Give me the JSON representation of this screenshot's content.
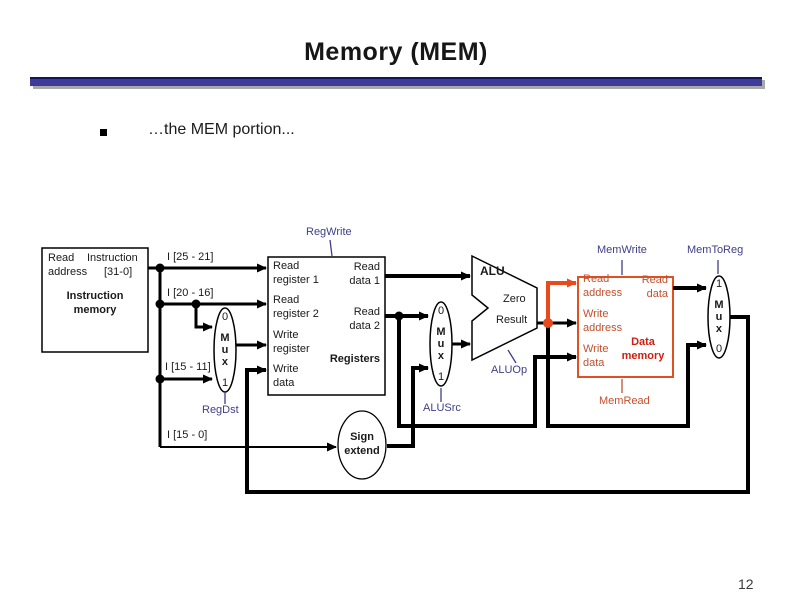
{
  "slide": {
    "title": "Memory (MEM)",
    "bullet": "…the MEM portion...",
    "page_number": "12"
  },
  "colors": {
    "accent_bar_blue": "#3d3d99",
    "control_label_violet": "#3f3f87",
    "highlight_wire_orange": "#e8491d",
    "memory_text_orange": "#c3502f",
    "memory_title_red": "#cc1f0f",
    "wire_black": "#000000"
  },
  "diagram": {
    "controls": {
      "reg_write": "RegWrite",
      "reg_dst": "RegDst",
      "alu_src": "ALUSrc",
      "alu_op": "ALUOp",
      "mem_write": "MemWrite",
      "mem_to_reg": "MemToReg",
      "mem_read": "MemRead"
    },
    "fields": {
      "f25_21": "I [25 - 21]",
      "f20_16": "I [20 - 16]",
      "f15_11": "I [15 - 11]",
      "f15_0": "I [15 - 0]"
    },
    "instruction_memory": {
      "read": "Read",
      "address": "address",
      "instruction": "Instruction",
      "range": "[31-0]",
      "name_l1": "Instruction",
      "name_l2": "memory"
    },
    "registers": {
      "in1_l1": "Read",
      "in1_l2": "register 1",
      "in2_l1": "Read",
      "in2_l2": "register 2",
      "in3_l1": "Write",
      "in3_l2": "register",
      "in4_l1": "Write",
      "in4_l2": "data",
      "out1_l1": "Read",
      "out1_l2": "data 1",
      "out2_l1": "Read",
      "out2_l2": "data 2",
      "name": "Registers"
    },
    "alu": {
      "name": "ALU",
      "zero": "Zero",
      "result": "Result"
    },
    "sign_extend": {
      "l1": "Sign",
      "l2": "extend"
    },
    "data_memory": {
      "in1_l1": "Read",
      "in1_l2": "address",
      "in2_l1": "Write",
      "in2_l2": "address",
      "in3_l1": "Write",
      "in3_l2": "data",
      "out1_l1": "Read",
      "out1_l2": "data",
      "name_l1": "Data",
      "name_l2": "memory"
    },
    "muxes": {
      "regdst": [
        "0",
        "M",
        "u",
        "x",
        "1"
      ],
      "alusrc": [
        "0",
        "M",
        "u",
        "x",
        "1"
      ],
      "memtoreg": [
        "1",
        "M",
        "u",
        "x",
        "0"
      ]
    }
  }
}
